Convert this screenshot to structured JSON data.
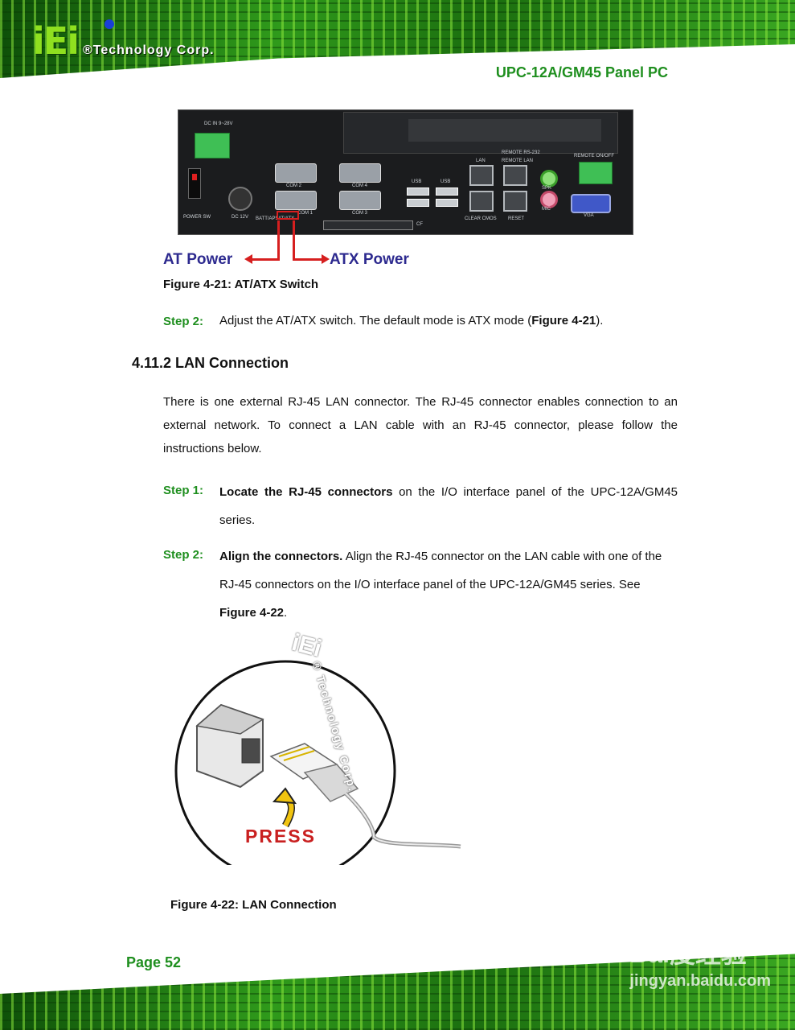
{
  "header": {
    "logo_mark": "iEi",
    "logo_sub": "®Technology Corp.",
    "product_title": "UPC-12A/GM45 Panel PC"
  },
  "figure_21": {
    "io_labels": {
      "dc_in": "DC IN 9~28V",
      "com2": "COM 2",
      "com4": "COM 4",
      "com1": "COM 1",
      "com3": "COM 3",
      "usb1": "USB",
      "usb2": "USB",
      "lan": "LAN",
      "remote_rs232": "REMOTE RS-232",
      "remote_lan": "REMOTE LAN",
      "remote_onoff": "REMOTE ON/OFF",
      "spk": "SPK",
      "mic": "MIC",
      "vga": "VGA",
      "power_sw": "POWER SW",
      "dc12v": "DC 12V",
      "battaps": "BATT/APS",
      "atatx": "AT/ATX",
      "cf": "CF",
      "clear_cmos": "CLEAR CMOS",
      "reset": "RESET"
    },
    "at_label": "AT Power",
    "atx_label": "ATX Power",
    "caption": "Figure 4-21: AT/ATX Switch"
  },
  "step2_first": {
    "label": "Step 2:",
    "text_before": "Adjust the AT/ATX switch. The default mode is ATX mode (",
    "ref": "Figure 4-21",
    "text_after": ")."
  },
  "section": {
    "heading": "4.11.2 LAN Connection",
    "paragraph": "There is one external RJ-45 LAN connector. The RJ-45 connector enables connection to an external network. To connect a LAN cable with an RJ-45 connector, please follow the instructions below."
  },
  "steps": [
    {
      "label": "Step 1:",
      "bold": "Locate the RJ-45 connectors",
      "text": " on the I/O interface panel of the UPC-12A/GM45 series."
    },
    {
      "label": "Step 2:",
      "bold": "Align the connectors.",
      "text": " Align the RJ-45 connector on the LAN cable with one of the RJ-45 connectors on the I/O interface panel of the UPC-12A/GM45 series. See ",
      "ref": "Figure 4-22",
      "tail": "."
    }
  ],
  "figure_22": {
    "watermark_logo": "iEi",
    "watermark_text": "® Technology Corp.",
    "press_label": "PRESS",
    "caption": "Figure 4-22: LAN Connection"
  },
  "footer": {
    "page": "Page 52",
    "watermark_brand": "Bai度经验",
    "watermark_url": "jingyan.baidu.com"
  }
}
